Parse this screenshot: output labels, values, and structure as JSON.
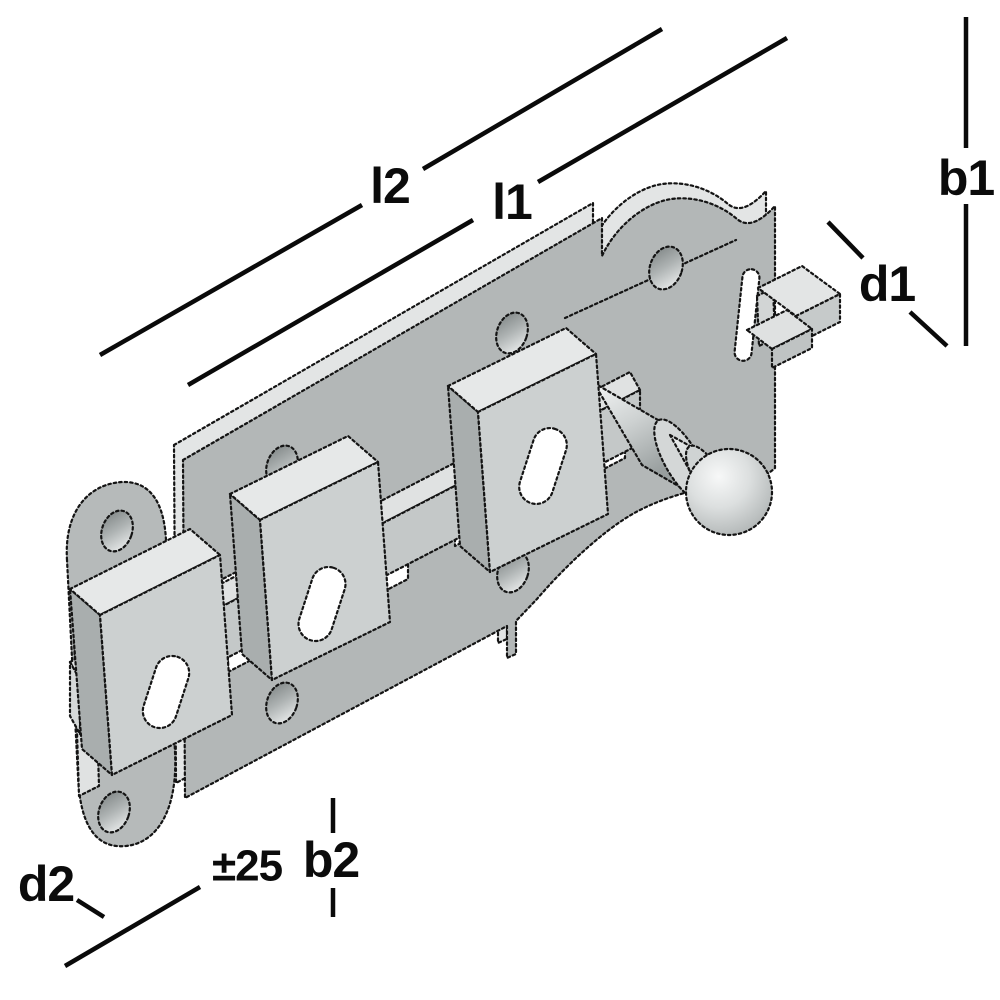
{
  "diagram": {
    "type": "isometric-technical-drawing",
    "subject": "surface-mounted door bolt (tower bolt) with guide staples, ball-knob pin and keeper",
    "background": "#ffffff",
    "line_color": "#0f0f0f",
    "metal_colors": {
      "face": "#b3b7b7",
      "light": "#e3e5e5",
      "mid": "#ccd0d0",
      "dark": "#9aa0a0"
    },
    "labels": {
      "l1": "l1",
      "l2": "l2",
      "b1": "b1",
      "d1": "d1",
      "d2": "d2",
      "b2": "b2",
      "travel": "±25"
    }
  }
}
